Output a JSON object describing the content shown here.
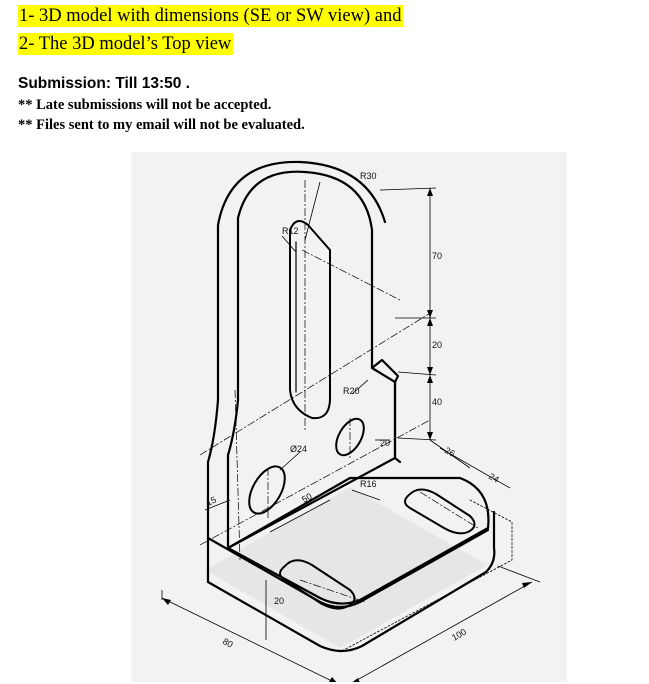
{
  "tasks": [
    "1- 3D model with dimensions (SE or SW view) and",
    "2- The 3D model’s Top view"
  ],
  "submission": "Submission: Till 13:50 .",
  "notes": [
    "** Late submissions will not be accepted.",
    "** Files sent to my email will not be evaluated."
  ],
  "highlight_color": "#ffff00",
  "drawing": {
    "dimensions": {
      "r30": "R30",
      "r12": "R12",
      "d70": "70",
      "d20_right": "20",
      "r20": "R20",
      "d40": "40",
      "dia24": "Ø24",
      "d20_slot": "20",
      "d26": "26",
      "r16": "R16",
      "d24": "24",
      "d50": "50",
      "d15": "15",
      "d20_front": "20",
      "d80": "80",
      "d100": "100"
    }
  }
}
